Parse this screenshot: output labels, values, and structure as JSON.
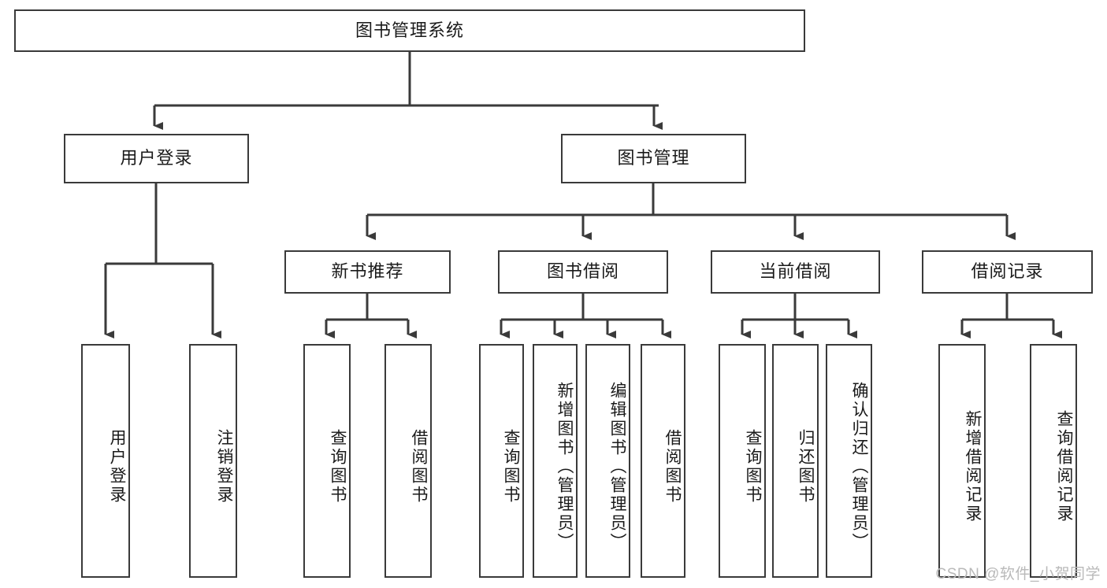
{
  "diagram": {
    "title": "图书管理系统",
    "type": "hierarchy-tree",
    "orientation": "top-down",
    "line_color": "#3a3a3a",
    "box_fill": "#ffffff",
    "text_color": "#1a1a1a",
    "root": {
      "label": "图书管理系统"
    },
    "level2": [
      {
        "label": "用户登录"
      },
      {
        "label": "图书管理"
      }
    ],
    "level3": [
      {
        "label": "新书推荐"
      },
      {
        "label": "图书借阅"
      },
      {
        "label": "当前借阅"
      },
      {
        "label": "借阅记录"
      }
    ],
    "leaves": {
      "user_login": [
        {
          "label": "用户登录"
        },
        {
          "label": "注销登录"
        }
      ],
      "new_book_recommend": [
        {
          "label": "查询图书"
        },
        {
          "label": "借阅图书"
        }
      ],
      "book_borrow": [
        {
          "label": "查询图书"
        },
        {
          "label": "新增图书（管理员）"
        },
        {
          "label": "编辑图书（管理员）"
        },
        {
          "label": "借阅图书"
        }
      ],
      "current_borrow": [
        {
          "label": "查询图书"
        },
        {
          "label": "归还图书"
        },
        {
          "label": "确认归还（管理员）"
        }
      ],
      "borrow_record": [
        {
          "label": "新增借阅记录"
        },
        {
          "label": "查询借阅记录"
        }
      ]
    }
  },
  "watermark": {
    "text": "CSDN @软件_小贺同学"
  }
}
